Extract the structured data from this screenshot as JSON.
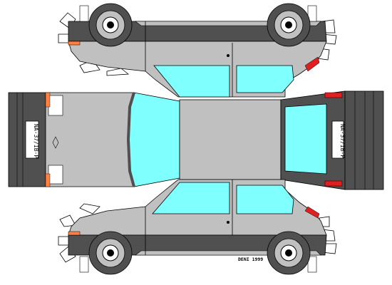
{
  "model": {
    "front_plate": "NA-37/IB-P",
    "rear_plate": "NA-37/IB-P",
    "signature": "DENI 1999"
  },
  "colors": {
    "body": "#c0c0c0",
    "dark": "#505050",
    "glass": "#80ffff",
    "tail_light": "#e02020",
    "indicator": "#ff8040",
    "outline": "#000000"
  }
}
